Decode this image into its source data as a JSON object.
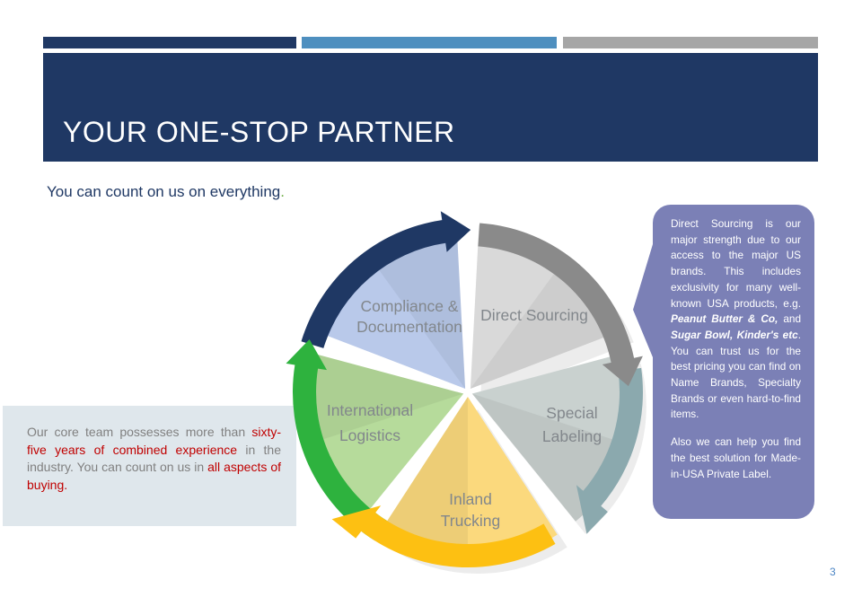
{
  "slide": {
    "page_number": "3",
    "accent_bars": [
      {
        "name": "navy",
        "color": "#1f3864"
      },
      {
        "name": "blue",
        "color": "#4e8fbf"
      },
      {
        "name": "gray",
        "color": "#a6a6a6"
      }
    ],
    "header": {
      "title": "YOUR ONE-STOP PARTNER",
      "bg": "#1f3864",
      "text_color": "#ffffff"
    },
    "subtitle_segments": [
      {
        "text": "You can count on us on everything",
        "style": "navy"
      },
      {
        "text": ".",
        "style": "green"
      }
    ]
  },
  "wheel": {
    "type": "cycle-diagram",
    "label_color": "#82878c",
    "segments": [
      {
        "id": "direct-sourcing",
        "label_lines": [
          "Direct Sourcing"
        ],
        "wedge_color": "#d9d9d9",
        "arrow_color": "#8a8a8a"
      },
      {
        "id": "special-labeling",
        "label_lines": [
          "Special",
          "Labeling"
        ],
        "wedge_color": "#c9d1cf",
        "arrow_color": "#8ba9ae"
      },
      {
        "id": "inland-trucking",
        "label_lines": [
          "Inland",
          "Trucking"
        ],
        "wedge_color": "#fbd97d",
        "arrow_color": "#fdc012"
      },
      {
        "id": "international-logistics",
        "label_lines": [
          "International",
          "Logistics"
        ],
        "wedge_color": "#b6db9b",
        "arrow_color": "#2eb23e"
      },
      {
        "id": "compliance-documentation",
        "label_lines": [
          "Compliance &",
          "Documentation"
        ],
        "wedge_color": "#b9c9ea",
        "arrow_color": "#1f3864"
      }
    ]
  },
  "left_callout": {
    "bg": "#dfe7ec",
    "text_color": "#808080",
    "segments": [
      {
        "text": "Our core team possesses more than ",
        "style": "normal"
      },
      {
        "text": "sixty-five years of combined experience",
        "style": "red"
      },
      {
        "text": " in the industry. You can count on us in ",
        "style": "normal"
      },
      {
        "text": "all aspects of buying.",
        "style": "red"
      }
    ]
  },
  "right_callout": {
    "bg": "#7b80b6",
    "text_color": "#ffffff",
    "paragraphs": [
      [
        {
          "text": "Direct Sourcing is our major strength due to our access to the major US brands. This includes exclusivity for many well-known USA products, e.g. ",
          "style": "normal"
        },
        {
          "text": "Peanut Butter & Co,",
          "style": "bolditalic"
        },
        {
          "text": " and ",
          "style": "normal"
        },
        {
          "text": "Sugar Bowl, Kinder's etc",
          "style": "bolditalic"
        },
        {
          "text": ". You can trust us for the best pricing you can find on Name Brands, Specialty Brands or even hard-to-find items.",
          "style": "normal"
        }
      ],
      [
        {
          "text": "Also we can help you find the best solution for Made-in-USA Private Label.",
          "style": "normal"
        }
      ]
    ]
  }
}
